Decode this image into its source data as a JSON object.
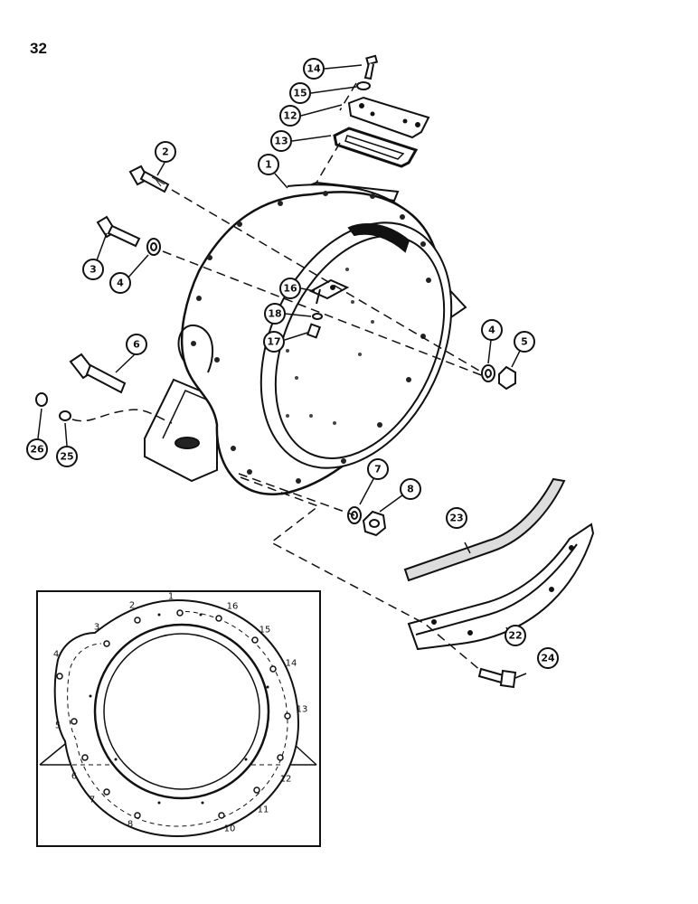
{
  "page": {
    "number": "32"
  },
  "callouts": [
    {
      "label": "1"
    },
    {
      "label": "2"
    },
    {
      "label": "3"
    },
    {
      "label": "4"
    },
    {
      "label": "4"
    },
    {
      "label": "5"
    },
    {
      "label": "6"
    },
    {
      "label": "7"
    },
    {
      "label": "8"
    },
    {
      "label": "12"
    },
    {
      "label": "13"
    },
    {
      "label": "14"
    },
    {
      "label": "15"
    },
    {
      "label": "16"
    },
    {
      "label": "17"
    },
    {
      "label": "18"
    },
    {
      "label": "22"
    },
    {
      "label": "23"
    },
    {
      "label": "24"
    },
    {
      "label": "25"
    },
    {
      "label": "26"
    }
  ],
  "inset": {
    "hole_labels": [
      {
        "label": "1"
      },
      {
        "label": "2"
      },
      {
        "label": "3"
      },
      {
        "label": "4"
      },
      {
        "label": "5"
      },
      {
        "label": "6"
      },
      {
        "label": "7"
      },
      {
        "label": "8"
      },
      {
        "label": "10"
      },
      {
        "label": "11"
      },
      {
        "label": "12"
      },
      {
        "label": "13"
      },
      {
        "label": "14"
      },
      {
        "label": "15"
      },
      {
        "label": "16"
      }
    ]
  }
}
